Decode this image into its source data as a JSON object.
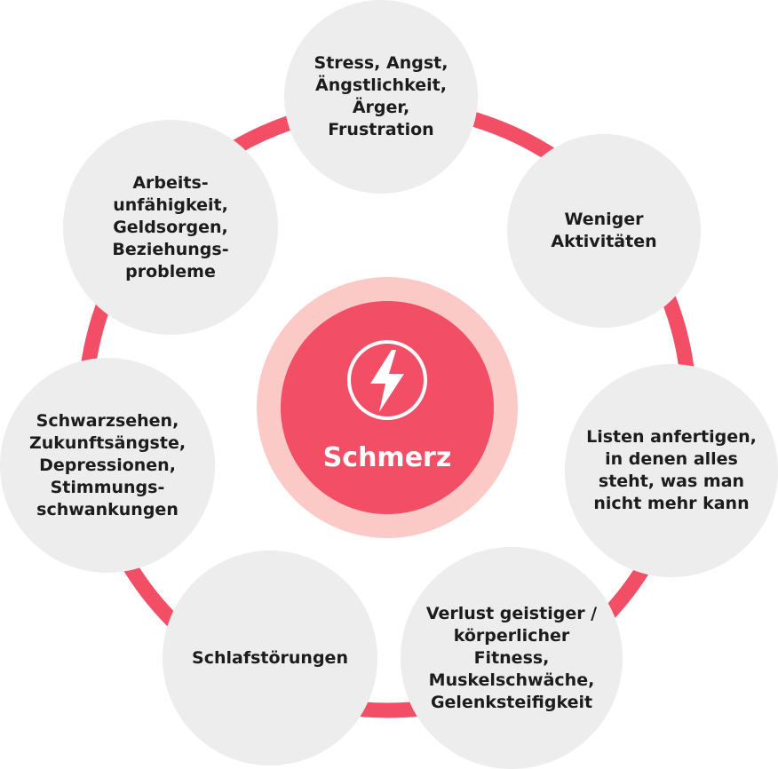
{
  "colors": {
    "connector": "#f24e66",
    "node_fill": "#ededed",
    "center_fill": "#f24e66",
    "center_ring": "#fccac6",
    "text": "#1c1c1c",
    "center_text": "#ffffff"
  },
  "center": {
    "label": "Schmerz",
    "icon": "lightning-bolt-icon"
  },
  "nodes": [
    {
      "id": "stress",
      "text": "Stress, Angst,\nÄngstlichkeit,\nÄrger,\nFrustration"
    },
    {
      "id": "weniger",
      "text": "Weniger\nAktivitäten"
    },
    {
      "id": "listen",
      "text": "Listen anfertigen,\nin denen alles\nsteht, was man\nnicht mehr kann"
    },
    {
      "id": "verlust",
      "text": "Verlust geistiger /\nkörperlicher Fitness,\nMuskelschwäche,\nGelenksteifigkeit"
    },
    {
      "id": "schlaf",
      "text": "Schlafstörungen"
    },
    {
      "id": "schwarz",
      "text": "Schwarzsehen,\nZukunftsängste,\nDepressionen,\nStimmungs-\nschwankungen"
    },
    {
      "id": "arbeit",
      "text": "Arbeits-\nunfähigkeit,\nGeldsorgen,\nBeziehungs-\nprobleme"
    }
  ]
}
